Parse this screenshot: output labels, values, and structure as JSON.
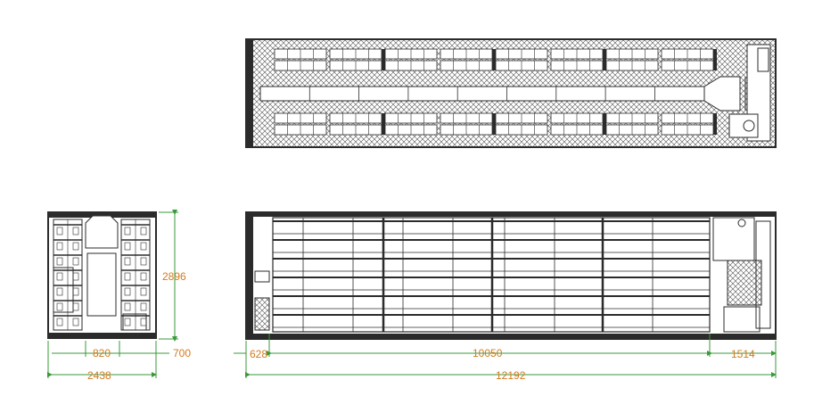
{
  "colors": {
    "line": "#2b2b2b",
    "dimension_text": "#d47a1e",
    "dimension_line": "#3a9a3a",
    "background": "#ffffff"
  },
  "dimensions": {
    "height": "2896",
    "aisle_width": "820",
    "side_offset": "700",
    "total_width": "2438",
    "front_offset": "628",
    "rack_length": "10050",
    "rear_section": "1514",
    "total_length": "12192"
  }
}
